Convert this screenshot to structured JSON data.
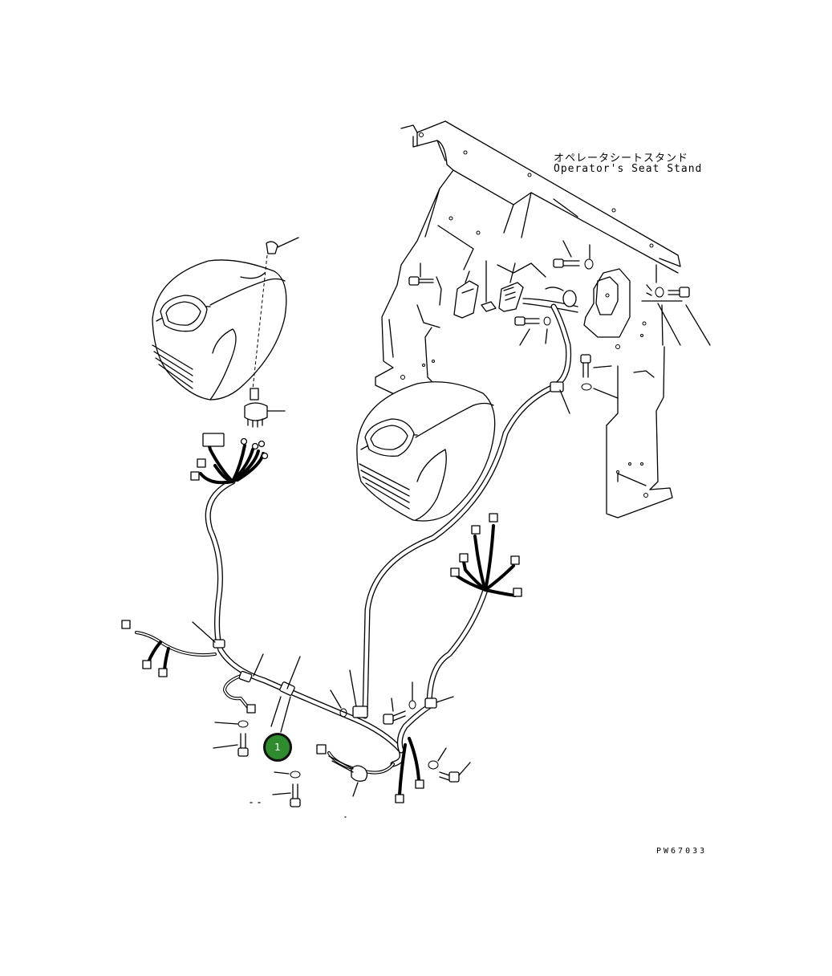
{
  "labels": {
    "part_name_jp": "オペレータシートスタンド",
    "part_name_en": "Operator's Seat Stand",
    "drawing_code": "PW67033"
  },
  "callouts": [
    {
      "number": "1"
    }
  ],
  "colors": {
    "callout_fill": "#2e8b2e",
    "callout_border": "#111111",
    "line": "#000000",
    "background": "#ffffff"
  }
}
